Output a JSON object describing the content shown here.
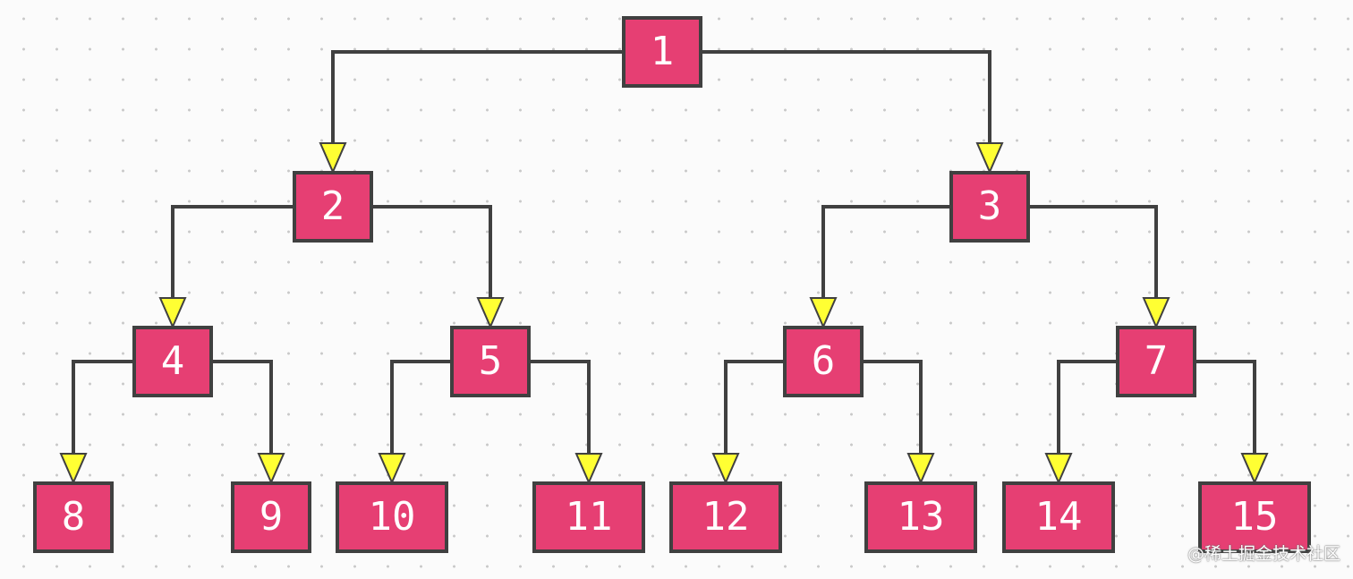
{
  "colors": {
    "node_fill": "#e63f73",
    "node_stroke": "#404040",
    "edge": "#404040",
    "arrow_fill": "#ffff33",
    "label": "#ffffff"
  },
  "nodes": [
    {
      "id": "n1",
      "label": "1"
    },
    {
      "id": "n2",
      "label": "2"
    },
    {
      "id": "n3",
      "label": "3"
    },
    {
      "id": "n4",
      "label": "4"
    },
    {
      "id": "n5",
      "label": "5"
    },
    {
      "id": "n6",
      "label": "6"
    },
    {
      "id": "n7",
      "label": "7"
    },
    {
      "id": "n8",
      "label": "8"
    },
    {
      "id": "n9",
      "label": "9"
    },
    {
      "id": "n10",
      "label": "10"
    },
    {
      "id": "n11",
      "label": "11"
    },
    {
      "id": "n12",
      "label": "12"
    },
    {
      "id": "n13",
      "label": "13"
    },
    {
      "id": "n14",
      "label": "14"
    },
    {
      "id": "n15",
      "label": "15"
    }
  ],
  "edges": [
    {
      "from": "n1",
      "to": "n2"
    },
    {
      "from": "n1",
      "to": "n3"
    },
    {
      "from": "n2",
      "to": "n4"
    },
    {
      "from": "n2",
      "to": "n5"
    },
    {
      "from": "n3",
      "to": "n6"
    },
    {
      "from": "n3",
      "to": "n7"
    },
    {
      "from": "n4",
      "to": "n8"
    },
    {
      "from": "n4",
      "to": "n9"
    },
    {
      "from": "n5",
      "to": "n10"
    },
    {
      "from": "n5",
      "to": "n11"
    },
    {
      "from": "n6",
      "to": "n12"
    },
    {
      "from": "n6",
      "to": "n13"
    },
    {
      "from": "n7",
      "to": "n14"
    },
    {
      "from": "n7",
      "to": "n15"
    }
  ],
  "watermark": "@稀土掘金技术社区"
}
